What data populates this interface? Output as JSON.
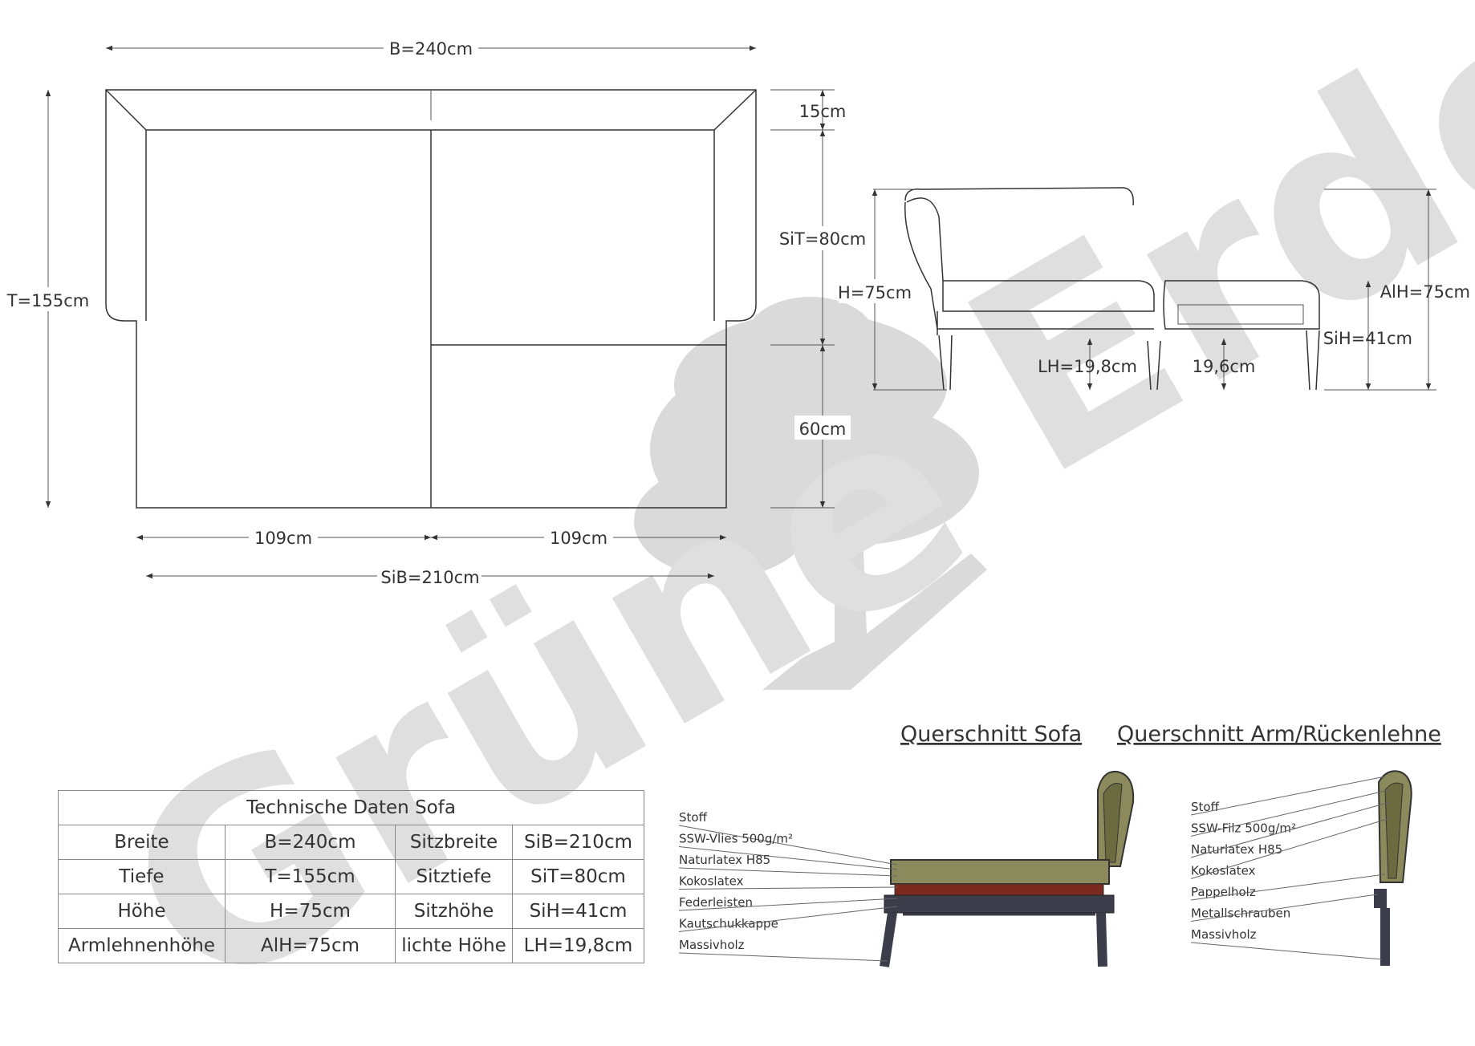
{
  "watermark": {
    "word1": "Grüne",
    "word2": "Erde"
  },
  "top_view": {
    "width_label": "B=240cm",
    "depth_label": "T=155cm",
    "back_label": "15cm",
    "seat_depth_label": "SiT=80cm",
    "front_label": "60cm",
    "left_cushion_label": "109cm",
    "right_cushion_label": "109cm",
    "seat_width_label": "SiB=210cm"
  },
  "side_view": {
    "height_label": "H=75cm",
    "clearance_label": "LH=19,8cm",
    "foot_label": "19,6cm",
    "armrest_height_label": "AlH=75cm",
    "seat_height_label": "SiH=41cm"
  },
  "section_sofa": {
    "title": "Querschnitt Sofa",
    "layers": [
      "Stoff",
      "SSW-Vlies 500g/m²",
      "Naturlatex H85",
      "Kokoslatex",
      "Federleisten",
      "Kautschukkappe",
      "Massivholz"
    ]
  },
  "section_arm": {
    "title": "Querschnitt Arm/Rückenlehne",
    "layers": [
      "Stoff",
      "SSW-Filz 500g/m²",
      "Naturlatex H85",
      "Kokoslatex",
      "Pappelholz",
      "Metallschrauben",
      "Massivholz"
    ]
  },
  "spec_table": {
    "title": "Technische Daten Sofa",
    "rows": [
      [
        "Breite",
        "B=240cm",
        "Sitzbreite",
        "SiB=210cm"
      ],
      [
        "Tiefe",
        "T=155cm",
        "Sitztiefe",
        "SiT=80cm"
      ],
      [
        "Höhe",
        "H=75cm",
        "Sitzhöhe",
        "SiH=41cm"
      ],
      [
        "Armlehnenhöhe",
        "AlH=75cm",
        "lichte Höhe",
        "LH=19,8cm"
      ]
    ]
  },
  "colors": {
    "line": "#333333",
    "watermark": "#dcdcdc",
    "upholstery": "#8a8a5c",
    "latex_red": "#7a2a1e",
    "wood": "#3b3e4a"
  }
}
